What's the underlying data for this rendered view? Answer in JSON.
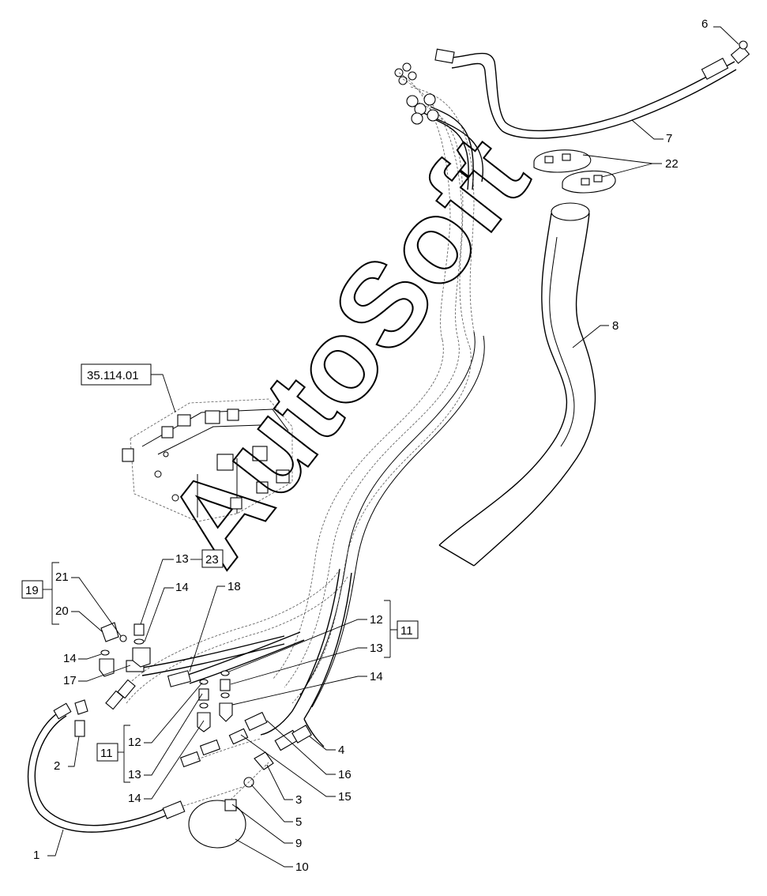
{
  "reference_boxes": {
    "valve_ref": "35.114.01",
    "box_23": "23",
    "box_19": "19",
    "box_11_right": "11",
    "box_11_left": "11"
  },
  "callouts": {
    "c1": "1",
    "c2": "2",
    "c3": "3",
    "c4": "4",
    "c5": "5",
    "c6": "6",
    "c7": "7",
    "c8": "8",
    "c9": "9",
    "c10": "10",
    "c12_right": "12",
    "c13_right": "13",
    "c14_right": "14",
    "c12_left": "12",
    "c13_left": "13",
    "c14_left": "14",
    "c13_top": "13",
    "c14_top": "14",
    "c14_mid": "14",
    "c15": "15",
    "c16": "16",
    "c17": "17",
    "c18": "18",
    "c20": "20",
    "c21": "21",
    "c22": "22"
  },
  "watermark": "AutoSoft"
}
